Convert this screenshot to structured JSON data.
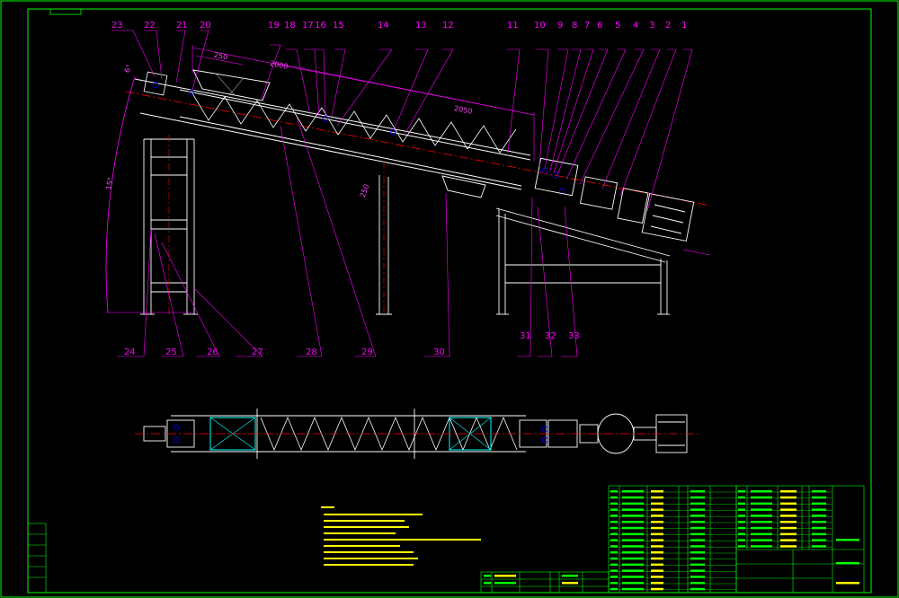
{
  "balloons_top": [
    "23",
    "22",
    "21",
    "20",
    "19",
    "18",
    "17",
    "16",
    "15",
    "14",
    "13",
    "12",
    "11",
    "10",
    "9",
    "8",
    "7",
    "6",
    "5",
    "4",
    "3",
    "2",
    "1"
  ],
  "balloons_bottom": [
    "24",
    "25",
    "26",
    "27",
    "28",
    "29",
    "30",
    "31",
    "32",
    "33"
  ],
  "dimensions": {
    "d250": "250",
    "d2000": "2000",
    "d2050": "2050",
    "d250b": "250",
    "d15": "15°",
    "d6": "6°"
  },
  "colors": {
    "frame": "#00ff00",
    "outline": "#ffffff",
    "centerline": "#ff0000",
    "leader": "#ff00ff",
    "part": "#0000ff",
    "hopper": "#00ffff",
    "note": "#ffff00"
  }
}
